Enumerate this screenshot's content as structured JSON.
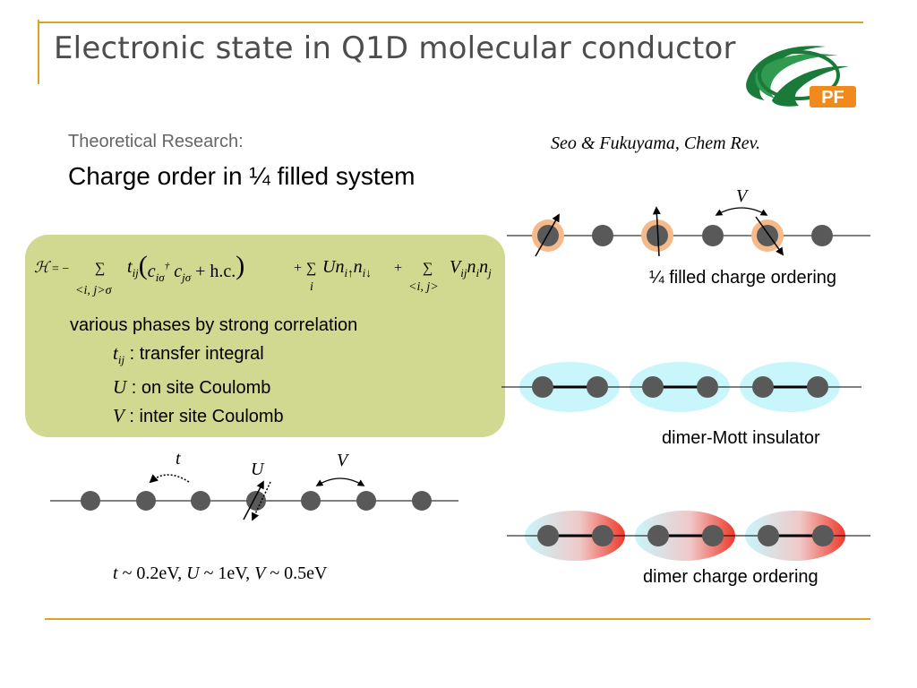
{
  "slide": {
    "title": "Electronic state in Q1D molecular conductor",
    "subtitle": "Theoretical Research:",
    "heading": "Charge order in ¼ filled system",
    "citation": "Seo & Fukuyama, Chem Rev.",
    "logo_text": "PF"
  },
  "hamiltonian": {
    "H": "ℋ",
    "eq": "= −",
    "sum1_sub": "<i, j>σ",
    "term1": "t_ij ( c† c + h.c. )",
    "sum2_sub": "i",
    "term2": "U n↑ n↓",
    "sum3_sub": "<i, j>",
    "term3": "V_ij n_i n_j"
  },
  "description": {
    "intro": "various phases by strong correlation",
    "items": [
      {
        "symbol": "t",
        "sub": "ij",
        "text": " : transfer integral"
      },
      {
        "symbol": "U",
        "sub": "",
        "text": " : on site Coulomb"
      },
      {
        "symbol": "V",
        "sub": "",
        "text": " : inter site Coulomb"
      }
    ]
  },
  "diagrams": {
    "charge_ordering": {
      "caption": "¼ filled charge ordering",
      "label": "V"
    },
    "dimer_mott": {
      "caption": "dimer-Mott insulator"
    },
    "dimer_charge_ordering": {
      "caption": "dimer charge ordering"
    },
    "chain": {
      "label_t": "t",
      "label_U": "U",
      "label_V": "V"
    }
  },
  "params": {
    "t_sym": "t",
    "t_val": " ~ 0.2eV, ",
    "U_sym": "U",
    "U_val": " ~ 1eV, ",
    "V_sym": "V",
    "V_val": " ~ 0.5eV"
  },
  "colors": {
    "accent_rule": "#DAA520",
    "green_box": "#d1d88f",
    "site": "#595959",
    "charge_halo": "#f5b98a",
    "dimer_halo": "#c9f6fb",
    "dimer_red": "#ee3a2a",
    "logo_green": "#1a7a3a",
    "logo_orange": "#f08a1c"
  }
}
